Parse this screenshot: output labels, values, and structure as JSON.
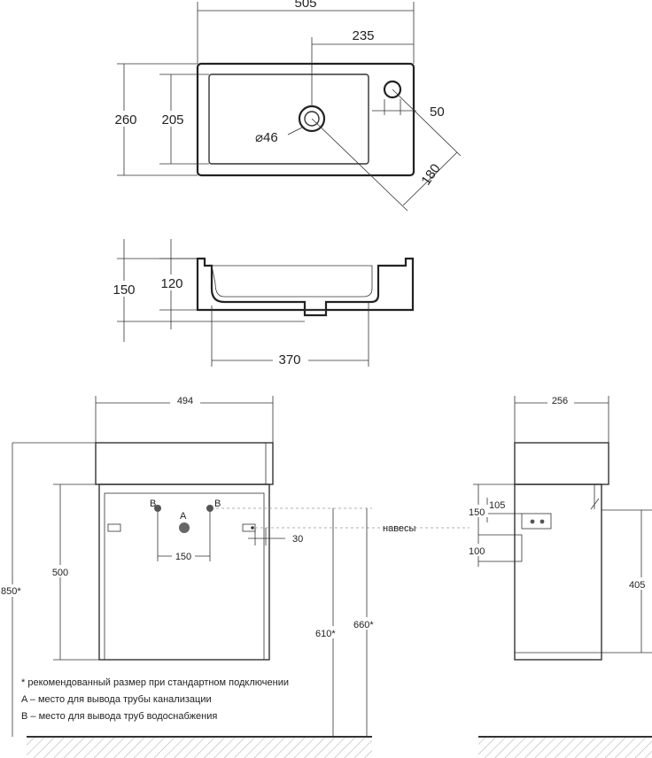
{
  "top_view": {
    "overall_width": "505",
    "drain_offset": "235",
    "overall_depth": "260",
    "bowl_depth": "205",
    "tap_hole": "50",
    "drain_diameter": "⌀46",
    "diagonal": "180"
  },
  "side_section": {
    "overall_height": "150",
    "bowl_height": "120",
    "bowl_width": "370"
  },
  "front_view": {
    "width": "494",
    "total_height": "850*",
    "cabinet_height": "500",
    "drain_label": "A",
    "supply_left_label": "B",
    "supply_right_label": "B",
    "supply_spacing": "150",
    "hinge_offset": "30",
    "height_610": "610*",
    "height_660": "660*"
  },
  "side_view": {
    "depth": "256",
    "hinge_label": "навесы",
    "dim_105": "105",
    "dim_150": "150",
    "dim_100": "100",
    "dim_405": "405"
  },
  "notes": [
    "* рекомендованный размер при стандартном подключении",
    "A – место для вывода трубы канализации",
    "B – место для вывода труб водоснабжения"
  ]
}
